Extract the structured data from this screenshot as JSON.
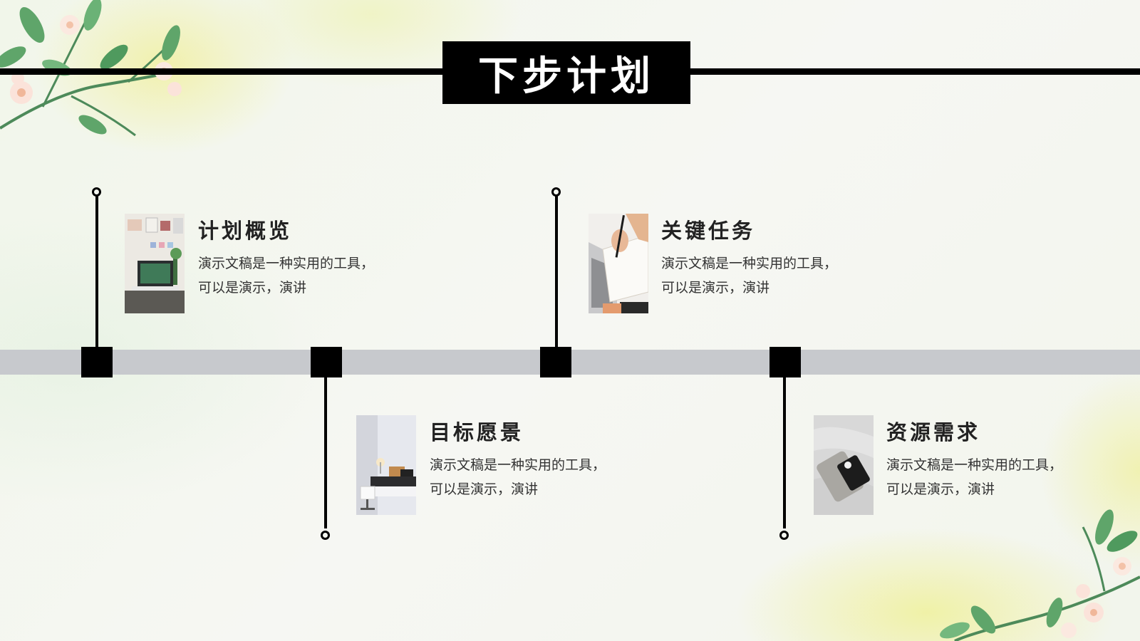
{
  "title": "下步计划",
  "items": [
    {
      "title": "计划概览",
      "description": "演示文稿是一种实用的工具，可以是演示，演讲",
      "photo_subject": "desk with laptop and wall mood board"
    },
    {
      "title": "目标愿景",
      "description": "演示文稿是一种实用的工具，可以是演示，演讲",
      "photo_subject": "white desk with lamp and chair"
    },
    {
      "title": "关键任务",
      "description": "演示文稿是一种实用的工具，可以是演示，演讲",
      "photo_subject": "hand writing in notebook beside laptop"
    },
    {
      "title": "资源需求",
      "description": "演示文稿是一种实用的工具，可以是演示，演讲",
      "photo_subject": "phone on white bed sheets"
    }
  ],
  "colors": {
    "accent": "#000000",
    "timeline": "#c7c9cd",
    "text": "#222222"
  }
}
